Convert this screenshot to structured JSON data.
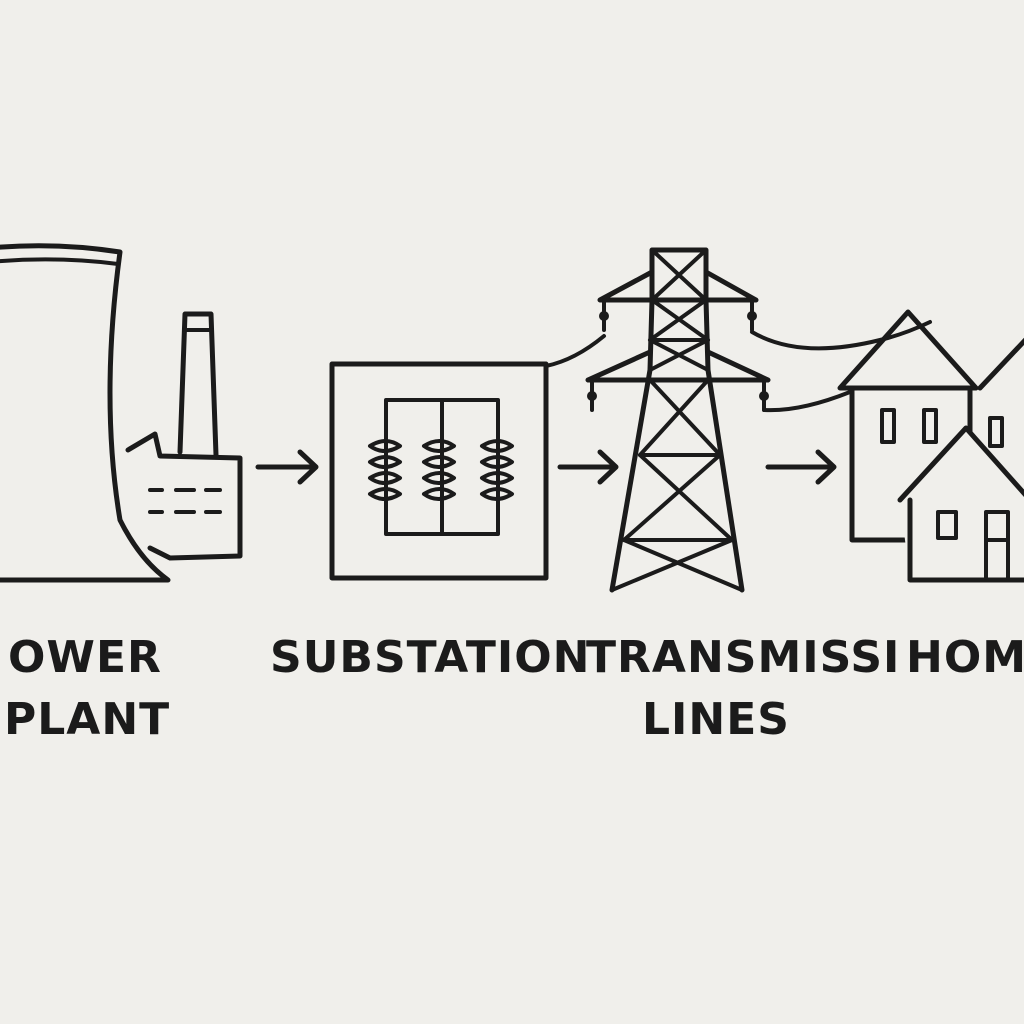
{
  "colors": {
    "background": "#f0efeb",
    "ink": "#1b1b1b"
  },
  "stages": [
    {
      "id": "power-plant",
      "icon": "power-plant-icon",
      "label_lines": [
        "OWER",
        "PLANT"
      ]
    },
    {
      "id": "substation",
      "icon": "transformer-icon",
      "label_lines": [
        "SUBSTATION"
      ]
    },
    {
      "id": "transmission-lines",
      "icon": "transmission-tower-icon",
      "label_lines": [
        "TRANSMISSI",
        "LINES"
      ]
    },
    {
      "id": "homes",
      "icon": "houses-icon",
      "label_lines": [
        "HOM"
      ]
    }
  ],
  "connectors": [
    "arrow-right-icon",
    "arrow-right-icon",
    "arrow-right-icon"
  ]
}
